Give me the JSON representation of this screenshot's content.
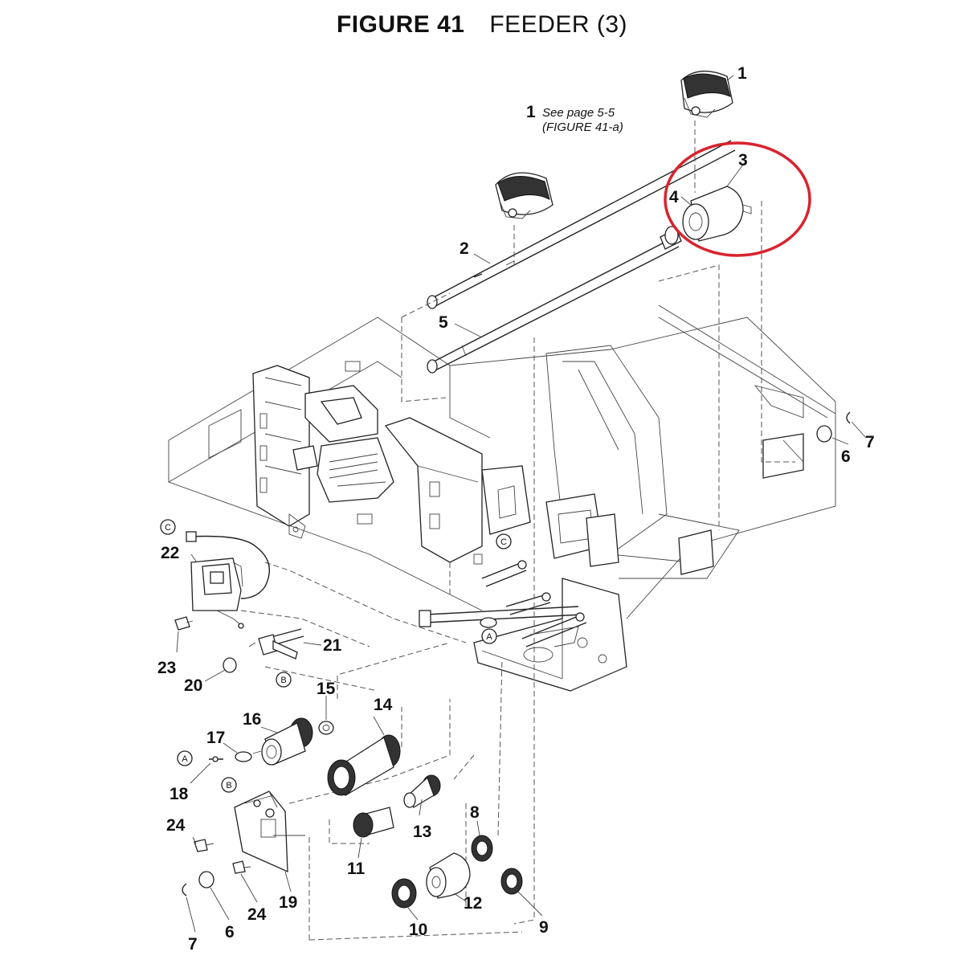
{
  "figure": {
    "number": "FIGURE 41",
    "name": "FEEDER (3)"
  },
  "note": {
    "line1": "See page 5-5",
    "line2": "(FIGURE 41-a)"
  },
  "references": [
    "A",
    "B",
    "C"
  ],
  "callouts": [
    "1",
    "2",
    "3",
    "4",
    "5",
    "6",
    "7",
    "8",
    "9",
    "10",
    "11",
    "12",
    "13",
    "14",
    "15",
    "16",
    "17",
    "18",
    "19",
    "20",
    "21",
    "22",
    "23",
    "24"
  ],
  "highlight": {
    "color": "#d9232e",
    "target": "3"
  }
}
